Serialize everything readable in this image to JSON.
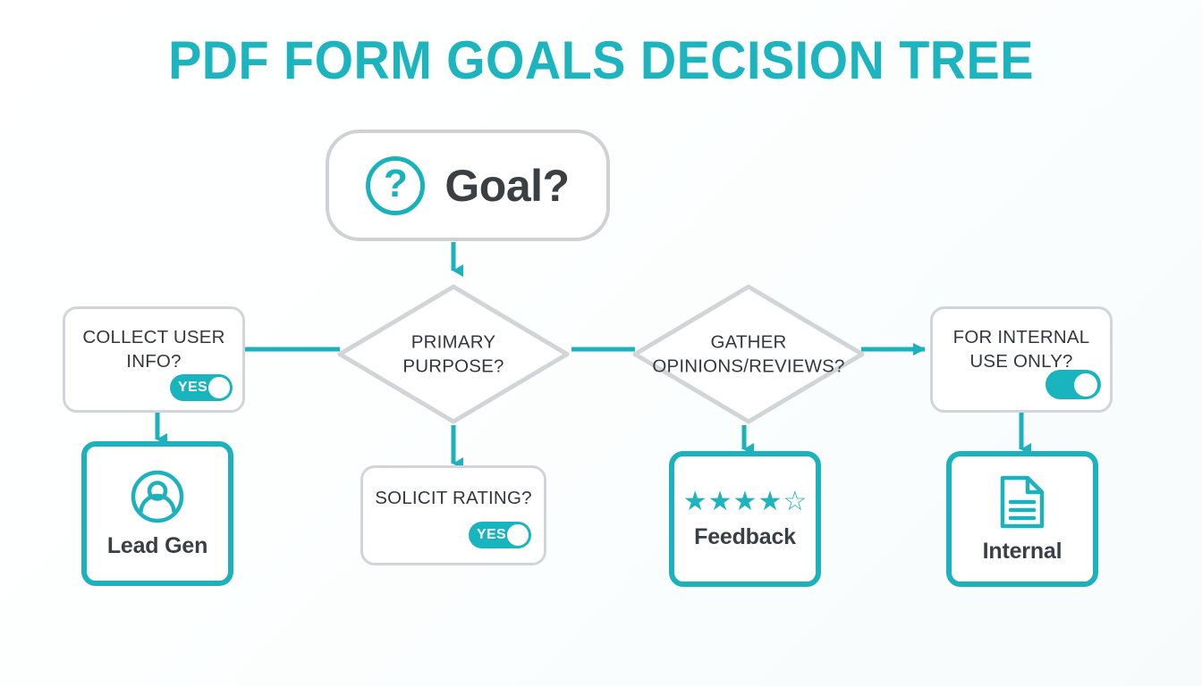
{
  "page": {
    "title": "PDF FORM GOALS DECISION TREE",
    "accent_color": "#1bb4bf",
    "text_color": "#33383c",
    "border_gray": "#d2d5d7",
    "background": "#fbfdfe"
  },
  "root": {
    "icon": "question-circle-icon",
    "icon_glyph": "?",
    "label": "Goal?"
  },
  "decisions": [
    {
      "id": "primary-purpose",
      "shape": "diamond",
      "line1": "PRIMARY",
      "line2": "PURPOSE?"
    },
    {
      "id": "gather-opinions",
      "shape": "diamond",
      "line1": "GATHER",
      "line2": "OPINIONS/REVIEWS?"
    }
  ],
  "questions": [
    {
      "id": "collect-user-info",
      "line1": "COLLECT USER",
      "line2": "INFO?",
      "toggle": {
        "state": "on",
        "label": "YES",
        "has_label": true
      }
    },
    {
      "id": "for-internal-use-only",
      "line1": "FOR INTERNAL",
      "line2": "USE ONLY?",
      "toggle": {
        "state": "on",
        "label": "",
        "has_label": false
      }
    },
    {
      "id": "solicit-rating",
      "line1": "SOLICIT RATING?",
      "line2": "",
      "toggle": {
        "state": "on",
        "label": "YES",
        "has_label": true
      }
    }
  ],
  "outcomes": [
    {
      "id": "lead-gen",
      "label": "Lead Gen",
      "icon": "user-circle-icon"
    },
    {
      "id": "feedback",
      "label": "Feedback",
      "icon": "star-rating-icon",
      "rating": {
        "filled": 4,
        "total": 5,
        "filled_glyph": "★",
        "empty_glyph": "☆"
      }
    },
    {
      "id": "internal",
      "label": "Internal",
      "icon": "document-icon"
    }
  ]
}
